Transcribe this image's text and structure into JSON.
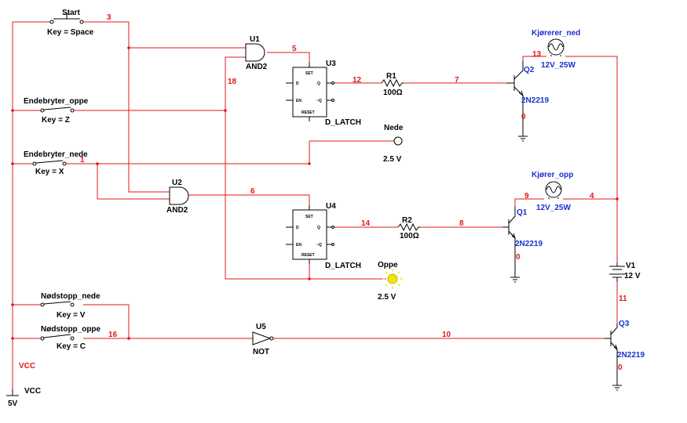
{
  "switches": {
    "start": {
      "name": "Start",
      "key": "Key = Space"
    },
    "endestop_top": {
      "name": "Endebryter_oppe",
      "key": "Key = Z"
    },
    "endestop_bottom": {
      "name": "Endebryter_nede",
      "key": "Key = X"
    },
    "emergency_down": {
      "name": "Nødstopp_nede",
      "key": "Key = V"
    },
    "emergency_up": {
      "name": "Nødstopp_oppe",
      "key": "Key = C"
    }
  },
  "gates": {
    "u1": {
      "ref": "U1",
      "type": "AND2"
    },
    "u2": {
      "ref": "U2",
      "type": "AND2"
    },
    "u5": {
      "ref": "U5",
      "type": "NOT"
    }
  },
  "latches": {
    "u3": {
      "ref": "U3",
      "type": "D_LATCH"
    },
    "u4": {
      "ref": "U4",
      "type": "D_LATCH"
    },
    "pins": {
      "set": "SET",
      "d": "D",
      "en": "EN",
      "q": "Q",
      "nq": "~Q",
      "reset": "RESET"
    }
  },
  "resistors": {
    "r1": {
      "ref": "R1",
      "value": "100Ω"
    },
    "r2": {
      "ref": "R2",
      "value": "100Ω"
    }
  },
  "transistors": {
    "q1": {
      "ref": "Q1",
      "model": "2N2219"
    },
    "q2": {
      "ref": "Q2",
      "model": "2N2219"
    },
    "q3": {
      "ref": "Q3",
      "model": "2N2219"
    }
  },
  "lamps": {
    "down": {
      "name": "Kjørerer_ned",
      "rating": "12V_25W"
    },
    "up": {
      "name": "Kjører_opp",
      "rating": "12V_25W"
    }
  },
  "probes": {
    "nede": {
      "name": "Nede",
      "value": "2.5 V"
    },
    "oppe": {
      "name": "Oppe",
      "value": "2.5 V"
    }
  },
  "sources": {
    "v1": {
      "ref": "V1",
      "value": "12 V"
    },
    "vcc": {
      "net_label": "VCC",
      "name": "VCC",
      "value": "5V"
    }
  },
  "nets": {
    "n0a": "0",
    "n0b": "0",
    "n0c": "0",
    "n1": "1",
    "n3": "3",
    "n4": "4",
    "n5": "5",
    "n6": "6",
    "n7": "7",
    "n8": "8",
    "n9": "9",
    "n10": "10",
    "n11": "11",
    "n12": "12",
    "n13": "13",
    "n14": "14",
    "n16": "16",
    "n18": "18"
  },
  "colors": {
    "wire": "#e01818",
    "component": "#000000",
    "part_label": "#1a2fd0",
    "lamp_on": "#f2e600"
  }
}
